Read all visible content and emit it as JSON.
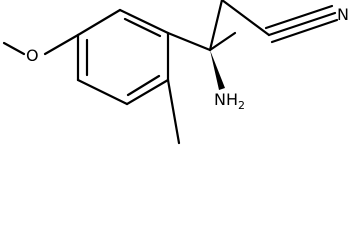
{
  "molecule": {
    "atoms": {
      "oxygen": "O",
      "amine_n": "NH",
      "amine_h_count": "2",
      "nitrile_n": "N"
    }
  }
}
